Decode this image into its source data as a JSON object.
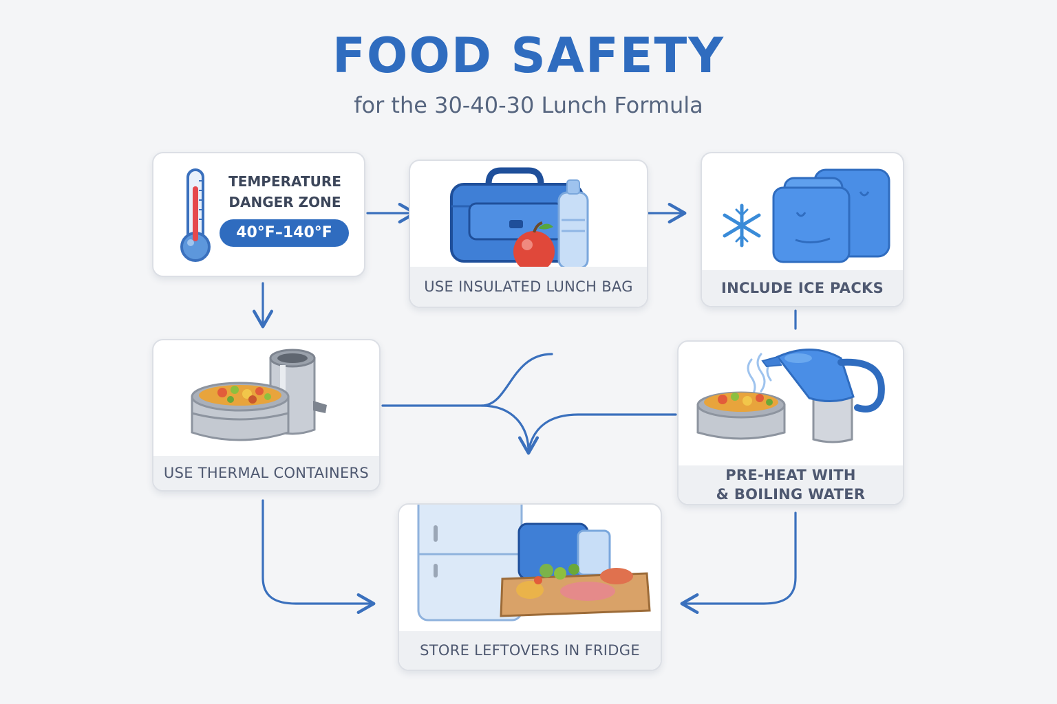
{
  "header": {
    "title": "FOOD SAFETY",
    "subtitle": "for the 30-40-30 Lunch Formula"
  },
  "steps": {
    "temperature": {
      "title_line1": "TEMPERATURE",
      "title_line2": "DANGER ZONE",
      "range": "40°F–140°F",
      "icon": "thermometer-icon"
    },
    "lunch_bag": {
      "label": "USE INSULATED LUNCH BAG",
      "icon": "lunch-bag-icon"
    },
    "ice_packs": {
      "label": "INCLUDE ICE PACKS",
      "icon": "ice-pack-icon"
    },
    "thermal": {
      "label": "USE THERMAL CONTAINERS",
      "icon": "thermal-container-icon"
    },
    "preheat": {
      "label_line1": "PRE-HEAT WITH",
      "label_line2": "& BOILING WATER",
      "icon": "kettle-icon"
    },
    "fridge": {
      "label": "STORE LEFTOVERS IN FRIDGE",
      "icon": "fridge-icon"
    }
  },
  "colors": {
    "accent": "#2f6cbf",
    "arrow": "#3a70bd",
    "text": "#4e5870",
    "card_band": "#eef0f3"
  }
}
